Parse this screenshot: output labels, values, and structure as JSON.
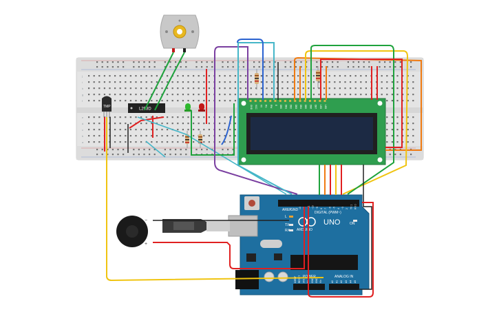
{
  "circuit": {
    "driver_chip": {
      "label": "L293D"
    },
    "temp_sensor": {
      "label": "TMP"
    },
    "arduino": {
      "name_label": "UNO",
      "brand_label": "ARDUINO",
      "digital_header_label": "DIGITAL (PWM~)",
      "analog_header_label": "ANALOG IN",
      "power_header_label": "POWER",
      "on_label": "ON",
      "tx_label": "TX",
      "rx_label": "RX",
      "l_label": "L",
      "aref_label": "AREF",
      "gnd_label": "GND",
      "digital_pins": [
        "13",
        "12",
        "~11",
        "~10",
        "~9",
        "8",
        "7",
        "~6",
        "~5",
        "4",
        "~3",
        "2",
        "TX 1",
        "RX 0"
      ],
      "analog_pins": [
        "A0",
        "A1",
        "A2",
        "A3",
        "A4",
        "A5"
      ],
      "power_pins": [
        "IOREF",
        "RESET",
        "3V3",
        "5V",
        "GND",
        "GND",
        "Vin"
      ]
    },
    "buzzer": {
      "plus_label": "+",
      "minus_label": "−"
    },
    "breadboard": {
      "row_letters_top": [
        "j",
        "i",
        "h",
        "g",
        "f"
      ],
      "row_letters_bottom": [
        "e",
        "d",
        "c",
        "b",
        "a"
      ]
    },
    "lcd": {
      "pin_labels": [
        "GND",
        "VCC",
        "V0",
        "RS",
        "RW",
        "E",
        "DB0",
        "DB1",
        "DB2",
        "DB3",
        "DB4",
        "DB5",
        "DB6",
        "DB7",
        "LED",
        "LED"
      ]
    },
    "colors": {
      "breadboard": "#e4e4e4",
      "lcd_pcb": "#2f9e4f",
      "lcd_screen": "#1c2a44",
      "arduino_pcb": "#1e6fa0",
      "wire_red": "#e02020",
      "wire_green": "#1ea23c",
      "wire_yellow": "#f0c410",
      "wire_orange": "#f07a10",
      "wire_purple": "#7a3fa0",
      "wire_cyan": "#45b6c8",
      "wire_blue": "#2a62d0",
      "wire_black": "#202020",
      "led_green": "#2fb82f",
      "led_red": "#c01a1a"
    }
  }
}
